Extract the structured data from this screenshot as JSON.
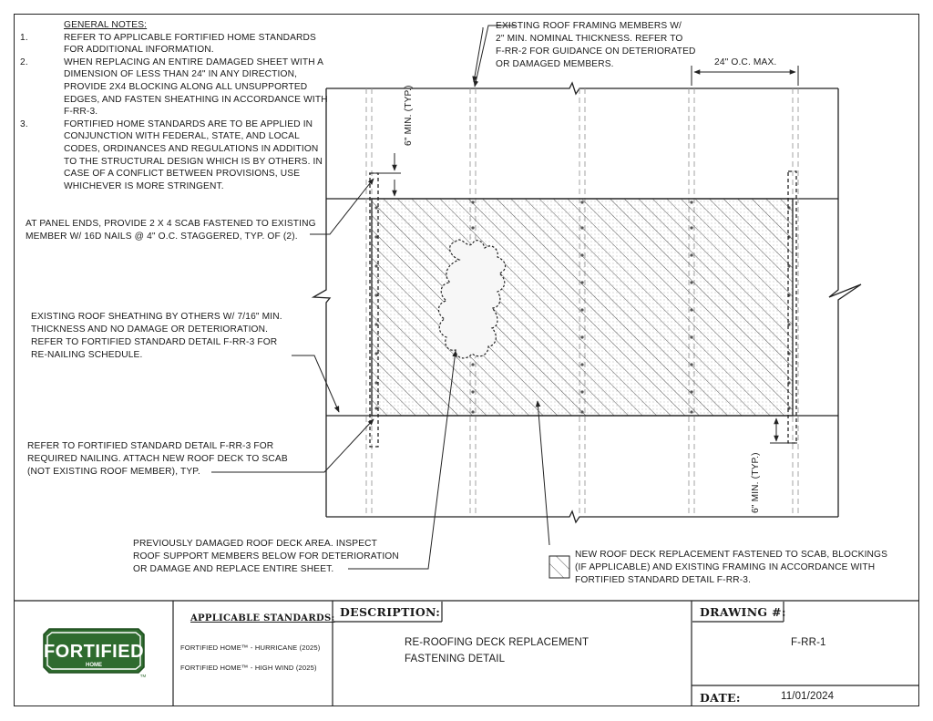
{
  "general_notes": {
    "heading": "GENERAL NOTES:",
    "items": [
      {
        "num": "1.",
        "text": "REFER TO APPLICABLE FORTIFIED HOME STANDARDS FOR ADDITIONAL INFORMATION."
      },
      {
        "num": "2.",
        "text": "WHEN REPLACING AN ENTIRE DAMAGED SHEET WITH A DIMENSION OF LESS THAN 24\" IN ANY DIRECTION, PROVIDE 2X4 BLOCKING ALONG ALL UNSUPPORTED EDGES, AND FASTEN SHEATHING IN ACCORDANCE WITH F-RR-3."
      },
      {
        "num": "3.",
        "text": "FORTIFIED HOME STANDARDS ARE TO BE APPLIED IN CONJUNCTION WITH FEDERAL, STATE, AND LOCAL CODES, ORDINANCES AND REGULATIONS IN ADDITION TO THE STRUCTURAL DESIGN WHICH IS BY OTHERS. IN CASE OF A CONFLICT BETWEEN PROVISIONS, USE WHICHEVER IS MORE STRINGENT."
      }
    ]
  },
  "callouts": {
    "framing_1": "EXISTING ROOF FRAMING MEMBERS W/",
    "framing_2": "2\" MIN. NOMINAL THICKNESS. REFER TO",
    "framing_3": "F-RR-2 FOR GUIDANCE ON DETERIORATED",
    "framing_4": "OR DAMAGED MEMBERS.",
    "spacing": "24\" O.C. MAX.",
    "min_top": "6\" MIN. (TYP.)",
    "min_bottom": "6\" MIN. (TYP.)",
    "scab_1": "AT PANEL ENDS, PROVIDE 2 X 4 SCAB FASTENED TO EXISTING",
    "scab_2": "MEMBER W/ 16D NAILS @ 4\" O.C. STAGGERED, TYP. OF (2).",
    "sheathing_1": "EXISTING ROOF SHEATHING BY OTHERS W/ 7/16\" MIN.",
    "sheathing_2": "THICKNESS AND NO DAMAGE OR DETERIORATION.",
    "sheathing_3": "REFER TO FORTIFIED STANDARD DETAIL F-RR-3 FOR",
    "sheathing_4": "RE-NAILING SCHEDULE.",
    "nailing_1": "REFER TO FORTIFIED STANDARD DETAIL F-RR-3 FOR",
    "nailing_2": "REQUIRED NAILING. ATTACH NEW ROOF DECK TO SCAB",
    "nailing_3": "(NOT EXISTING ROOF MEMBER), TYP.",
    "damaged_1": "PREVIOUSLY DAMAGED ROOF DECK AREA. INSPECT",
    "damaged_2": "ROOF SUPPORT MEMBERS BELOW FOR DETERIORATION",
    "damaged_3": "OR DAMAGE AND REPLACE ENTIRE SHEET.",
    "legend_1": "NEW ROOF DECK REPLACEMENT FASTENED TO SCAB, BLOCKINGS",
    "legend_2": "(IF APPLICABLE) AND EXISTING FRAMING IN ACCORDANCE WITH",
    "legend_3": "FORTIFIED STANDARD DETAIL F-RR-3."
  },
  "title_block": {
    "logo_word": "FORTIFIED",
    "logo_sub": "HOME",
    "logo_tm": "TM",
    "logo_color": "#2f6b2f",
    "standards_label": "APPLICABLE STANDARDS:",
    "standard_1": "FORTIFIED HOME™ - HURRICANE (2025)",
    "standard_2": "FORTIFIED HOME™ - HIGH WIND (2025)",
    "description_label": "DESCRIPTION:",
    "description_1": "RE-ROOFING DECK REPLACEMENT",
    "description_2": "FASTENING DETAIL",
    "drawing_label": "DRAWING #:",
    "drawing_number": "F-RR-1",
    "date_label": "DATE:",
    "date_value": "11/01/2024"
  }
}
